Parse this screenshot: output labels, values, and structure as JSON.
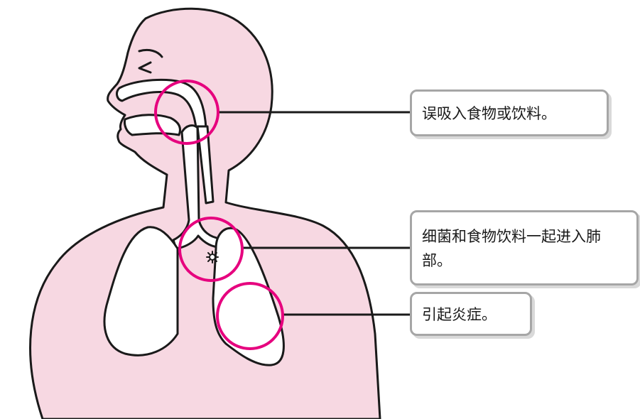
{
  "callouts": [
    {
      "text": "误吸入食物或饮料。"
    },
    {
      "text": "细菌和食物饮料一起进入肺部。"
    },
    {
      "text": "引起炎症。"
    }
  ],
  "colors": {
    "body_fill": "#f7d8e2",
    "outline": "#1a1a1a",
    "highlight_circle": "#e6007e",
    "leader_line": "#1a1a1a",
    "callout_border": "#a6a6a6",
    "callout_shadow": "#d9d9d9"
  },
  "icons": {
    "bacteria": "bacteria-icon"
  }
}
